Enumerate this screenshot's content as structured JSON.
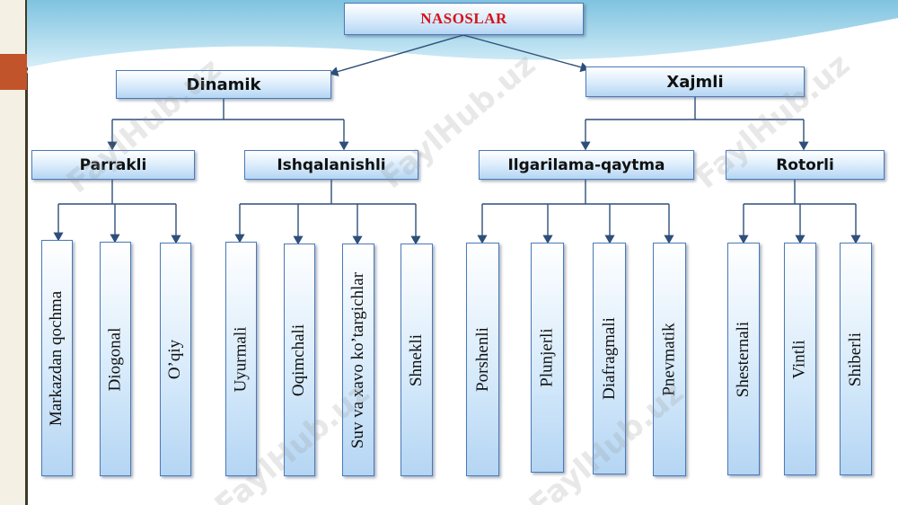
{
  "title": "NASOSLAR",
  "level1": [
    "Dinamik",
    "Xajmli"
  ],
  "level2": [
    "Parrakli",
    "Ishqalanishli",
    "Ilgarilama-qaytma",
    "Rotorli"
  ],
  "leaves": {
    "parrakli": [
      "Markazdan qochma",
      "Diogonal",
      "O’qiy"
    ],
    "ishqalanishli": [
      "Uyurmali",
      "Oqimchali",
      "Suv va xavo ko’targichlar",
      "Shnekli"
    ],
    "ilgarilama_qaytma": [
      "Porshenli",
      "Plunjerli",
      "Diafragmali",
      "Pnevmatik"
    ],
    "rotorli": [
      "Shesternali",
      "Vintli",
      "Shiberli"
    ]
  },
  "watermark": "FaylHub.uz",
  "colors": {
    "title": "#d4141a",
    "box_border": "#4a7ab8",
    "connector": "#2e4f7a",
    "sidebar_accent": "#c1542b"
  }
}
